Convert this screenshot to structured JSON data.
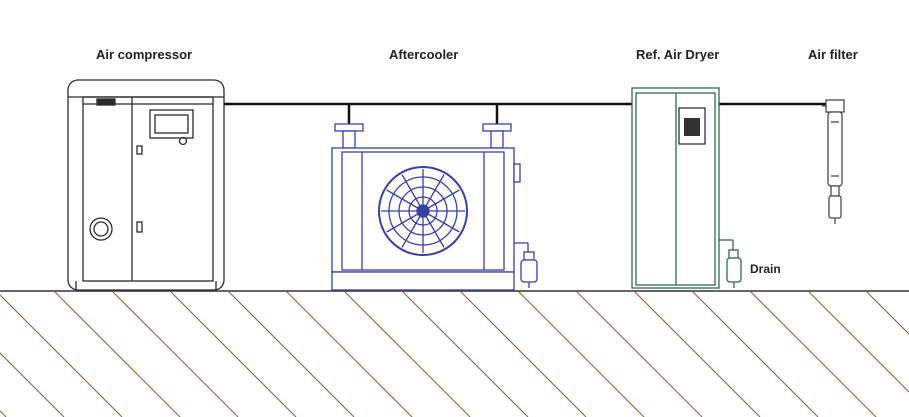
{
  "labels": {
    "compressor": "Air compressor",
    "aftercooler": "Aftercooler",
    "dryer": "Ref. Air Dryer",
    "filter": "Air filter",
    "drain": "Drain"
  },
  "colors": {
    "compressor": "#2b2b2b",
    "aftercooler": "#3a3fa8",
    "dryer": "#2e6b4a",
    "filter": "#4a4a4a",
    "pipe": "#111111",
    "ground": "#8a5a3c"
  }
}
